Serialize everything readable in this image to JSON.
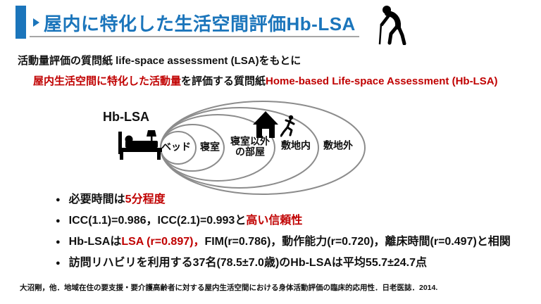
{
  "header": {
    "title": "屋内に特化した生活空間評価Hb-LSA",
    "marker_icon": "▶",
    "figure_icon": "elderly-person-with-cane"
  },
  "intro": {
    "line1": "活動量評価の質問紙 life-space assessment (LSA)をもとに",
    "line2": [
      {
        "text": "屋内生活空間に特化した活動量",
        "color": "red"
      },
      {
        "text": "を評価する質問紙",
        "color": "black"
      },
      {
        "text": "Home-based Life-space Assessment (Hb-LSA)",
        "color": "red"
      }
    ]
  },
  "diagram": {
    "title": "Hb-LSA",
    "zones": [
      {
        "label": "ベッド"
      },
      {
        "label": "寝室"
      },
      {
        "label": "寝室以外\nの部屋"
      },
      {
        "label": "敷地内"
      },
      {
        "label": "敷地外"
      }
    ],
    "icons": [
      "bed-icon",
      "house-icon",
      "running-person-icon"
    ]
  },
  "bullets": [
    {
      "segments": [
        {
          "text": "必要時間は",
          "color": "black"
        },
        {
          "text": "5分程度",
          "color": "red"
        }
      ]
    },
    {
      "segments": [
        {
          "text": "ICC(1.1)=0.986，ICC(2.1)=0.993と",
          "color": "black"
        },
        {
          "text": "高い信頼性",
          "color": "red"
        }
      ]
    },
    {
      "segments": [
        {
          "text": "Hb-LSAは",
          "color": "black"
        },
        {
          "text": "LSA (r=0.897)，",
          "color": "red"
        },
        {
          "text": "FIM(r=0.786)，動作能力(r=0.720)，離床時間(r=0.497)と相関",
          "color": "black"
        }
      ]
    },
    {
      "segments": [
        {
          "text": "訪問リハビリを利用する37名(78.5±7.0歳)のHb-LSAは平均55.7±24.7点",
          "color": "black"
        }
      ]
    }
  ],
  "footer": {
    "citation": "大沼剛，他．地域在住の要支援・要介護高齢者に対する屋内生活空間における身体活動評価の臨床的応用性．日老医誌．2014."
  },
  "colors": {
    "title_blue": "#1B75BB",
    "highlight_red": "#C00000",
    "ellipse_gray": "#8C8C8C",
    "underline_gray": "#A6A6A6",
    "text_black": "#111111"
  }
}
